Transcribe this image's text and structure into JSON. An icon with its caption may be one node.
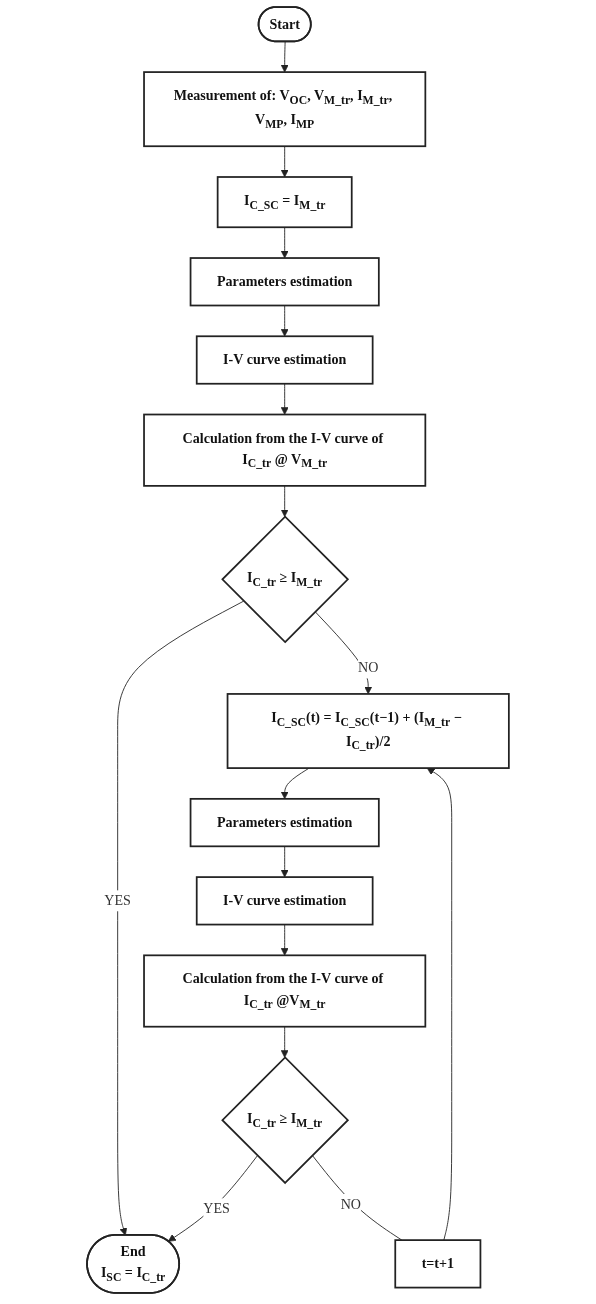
{
  "diagram": {
    "nodes": [
      {
        "text": [
          "Start"
        ]
      },
      {
        "text": [
          "Measurement of: V$_{OC}$, V$_{M_tr}$, I$_{M_tr}$, V$_{MP}$, I$_{MP}$"
        ]
      },
      {
        "text": [
          "I$_{C_SC}$ = I$_{M_tr}$"
        ]
      },
      {
        "text": [
          "Parameters estimation"
        ]
      },
      {
        "text": [
          "I-V curve estimation"
        ]
      },
      {
        "text": [
          "Calculation from the I-V curve of I$_{C_tr}$ @ V$_{M_tr}$"
        ]
      },
      {
        "text": [
          "I$_{C_tr}$ ≥ I$_{M_tr}$"
        ]
      },
      {
        "text": [
          "I$_{C_SC}$(t) = I$_{C_SC}$(t−1) + (I$_{M_tr}$ − I$_{C_tr}$)/2"
        ]
      },
      {
        "text": [
          "Parameters estimation"
        ]
      },
      {
        "text": [
          "I-V curve estimation"
        ]
      },
      {
        "text": [
          "Calculation from the I-V curve of I$_{C_tr}$ @V$_{M_tr}$"
        ]
      },
      {
        "text": [
          "I$_{C_tr}$ ≥ I$_{M_tr}$"
        ]
      },
      {
        "text": [
          "t=t+1"
        ]
      },
      {
        "text": [
          "End",
          "I$_{SC}$ = I$_{C_tr}$"
        ]
      }
    ],
    "edges": [
      {
        "from": 0,
        "to": 1,
        "arrow": "to"
      },
      {
        "from": 1,
        "to": 2,
        "arrow": "to"
      },
      {
        "from": 2,
        "to": 3,
        "arrow": "to"
      },
      {
        "from": 3,
        "to": 4,
        "arrow": "to"
      },
      {
        "from": 4,
        "to": 5,
        "arrow": "to"
      },
      {
        "from": 5,
        "to": 6,
        "arrow": "to"
      },
      {
        "from": 6,
        "to": 13,
        "label": "YES",
        "arrow": "to"
      },
      {
        "from": 6,
        "to": 7,
        "label": "NO",
        "arrow": "to"
      },
      {
        "from": 7,
        "to": 8,
        "arrow": "to"
      },
      {
        "from": 8,
        "to": 9,
        "arrow": "to"
      },
      {
        "from": 9,
        "to": 10,
        "arrow": "to"
      },
      {
        "from": 10,
        "to": 11,
        "arrow": "to"
      },
      {
        "from": 11,
        "to": 12,
        "label": "NO",
        "arrow": "none"
      },
      {
        "from": 12,
        "to": 7,
        "arrow": "to"
      },
      {
        "from": 11,
        "to": 13,
        "label": "YES",
        "arrow": "to"
      }
    ]
  }
}
